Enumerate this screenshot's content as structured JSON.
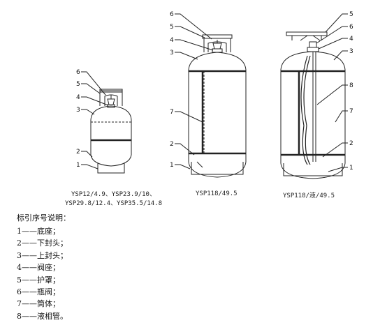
{
  "captions": {
    "small_line1": "YSP12/4.9、YSP23.9/10、",
    "small_line2": "YSP29.8/12.4、YSP35.5/14.8",
    "medium": "YSP118/49.5",
    "large": "YSP118/液/49.5"
  },
  "callout_numbers": {
    "small": [
      "6",
      "5",
      "4",
      "3",
      "2",
      "1"
    ],
    "medium": [
      "6",
      "5",
      "4",
      "3",
      "7",
      "2",
      "1"
    ],
    "large": [
      "5",
      "6",
      "4",
      "3",
      "8",
      "7",
      "2",
      "1"
    ]
  },
  "legend": {
    "title": "标引序号说明：",
    "items": [
      {
        "num": "1",
        "dash": "——",
        "text": "底座；"
      },
      {
        "num": "2",
        "dash": "——",
        "text": "下封头；"
      },
      {
        "num": "3",
        "dash": "——",
        "text": "上封头；"
      },
      {
        "num": "4",
        "dash": "——",
        "text": "阀座；"
      },
      {
        "num": "5",
        "dash": "——",
        "text": "护罩；"
      },
      {
        "num": "6",
        "dash": "——",
        "text": "瓶阀；"
      },
      {
        "num": "7",
        "dash": "——",
        "text": "筒体；"
      },
      {
        "num": "8",
        "dash": "——",
        "text": "液相管。"
      }
    ]
  }
}
